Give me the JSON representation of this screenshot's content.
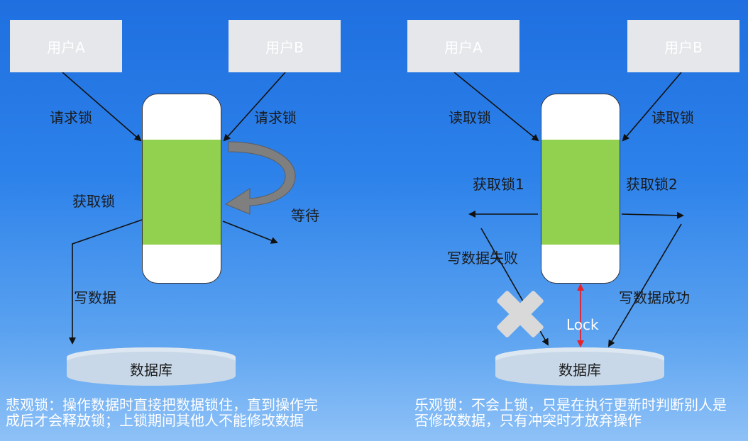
{
  "left": {
    "user_a": "用户A",
    "user_b": "用户B",
    "request_lock_left": "请求锁",
    "request_lock_right": "请求锁",
    "acquire_lock": "获取锁",
    "wait": "等待",
    "write_data": "写数据",
    "database": "数据库",
    "caption": "悲观锁：操作数据时直接把数据锁住，直到操作完成后才会释放锁；上锁期间其他人不能修改数据"
  },
  "right": {
    "user_a": "用户A",
    "user_b": "用户B",
    "read_lock_left": "读取锁",
    "read_lock_right": "读取锁",
    "acquire_lock_1": "获取锁1",
    "acquire_lock_2": "获取锁2",
    "write_fail": "写数据失败",
    "write_success": "写数据成功",
    "lock": "Lock",
    "database": "数据库",
    "caption": "乐观锁：不会上锁，只是在执行更新时判断别人是否修改数据，只有冲突时才放弃操作"
  },
  "colors": {
    "lock_band": "#92d050",
    "lock_arrow": "#e8202a",
    "background_top": "#1f6fe0"
  }
}
